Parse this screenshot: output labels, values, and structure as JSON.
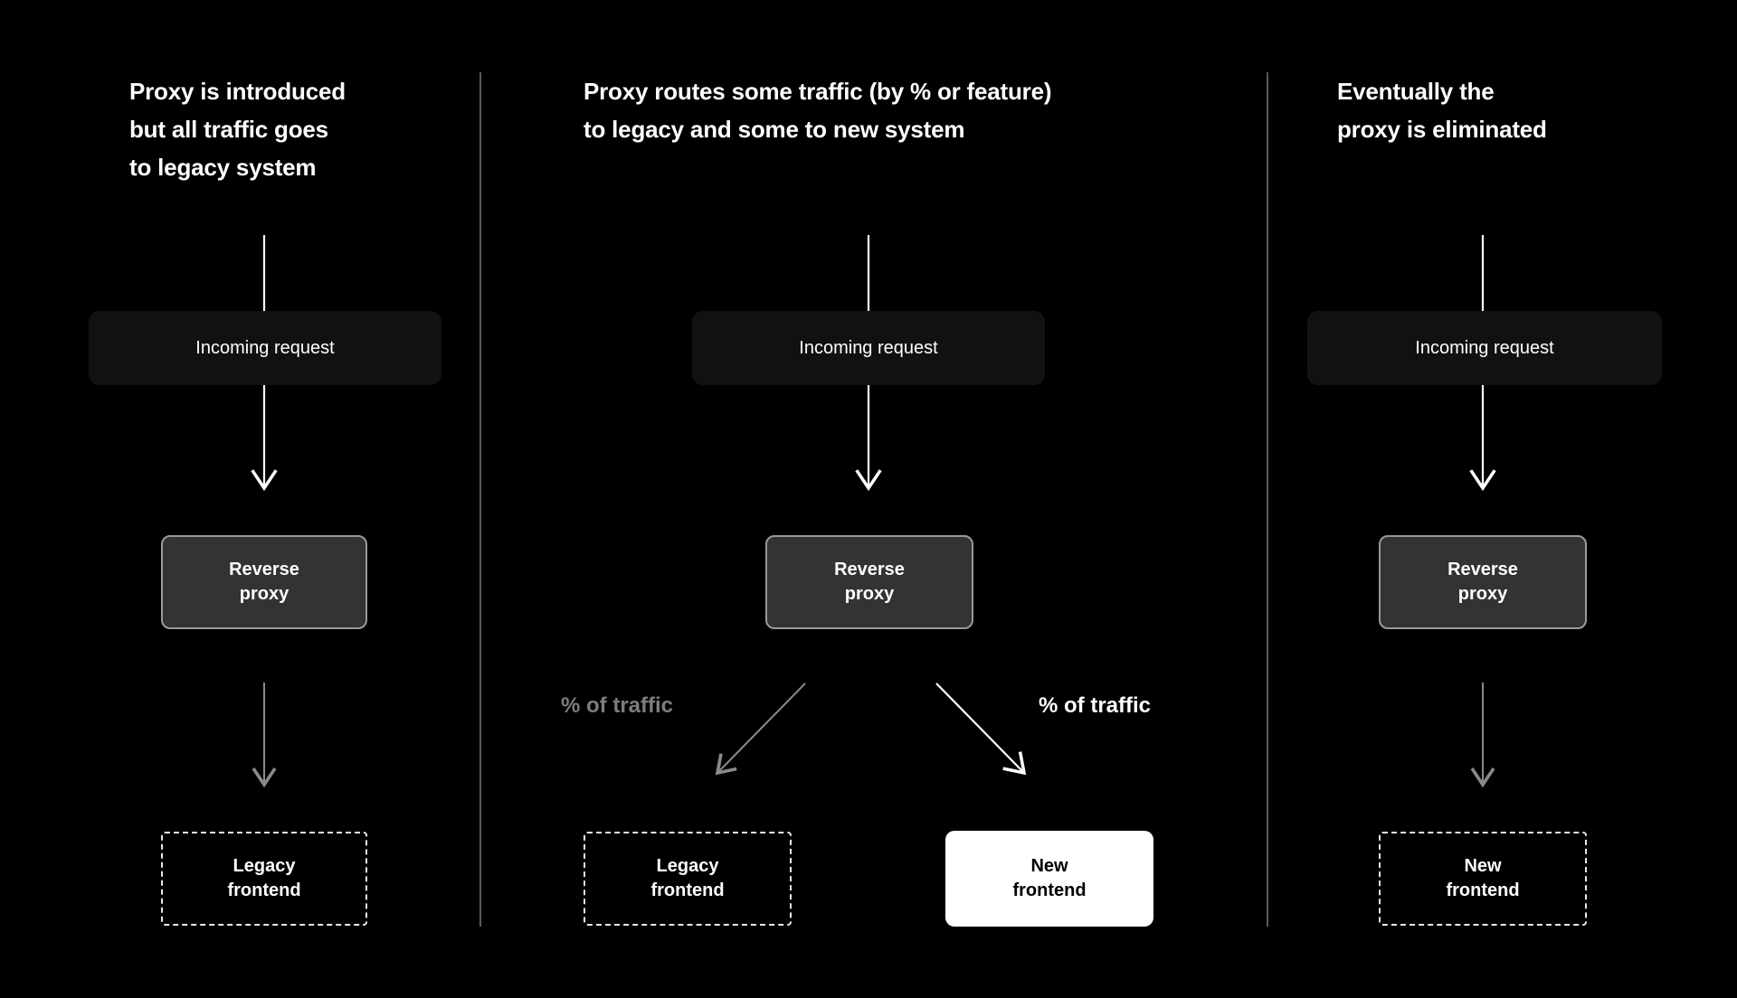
{
  "background": "#000000",
  "columns": [
    {
      "id": "col-1",
      "heading": "Proxy is introduced\nbut all traffic goes\nto legacy system",
      "incoming_label": "Incoming request",
      "proxy_label": "Reverse\nproxy",
      "frontends": [
        {
          "label": "Legacy\nfrontend",
          "style": "dashed"
        }
      ],
      "traffic_labels": []
    },
    {
      "id": "col-2",
      "heading": "Proxy routes some traffic (by % or feature)\nto legacy and some to new system",
      "incoming_label": "Incoming request",
      "proxy_label": "Reverse\nproxy",
      "frontends": [
        {
          "label": "Legacy\nfrontend",
          "style": "dashed"
        },
        {
          "label": "New\nfrontend",
          "style": "solid-white"
        }
      ],
      "traffic_labels": [
        {
          "text": "% of traffic",
          "emphasis": "dim"
        },
        {
          "text": "% of traffic",
          "emphasis": "bright"
        }
      ]
    },
    {
      "id": "col-3",
      "heading": "Eventually the\nproxy is eliminated",
      "incoming_label": "Incoming request",
      "proxy_label": "Reverse\nproxy",
      "frontends": [
        {
          "label": "New\nfrontend",
          "style": "dashed"
        }
      ],
      "traffic_labels": []
    }
  ],
  "colors": {
    "text_primary": "#ffffff",
    "text_dim": "#7d7d7d",
    "box_incoming_fill": "#111111",
    "box_proxy_fill": "#333333",
    "box_proxy_border": "#9a9a9a",
    "box_dashed_border": "#e8e8e8",
    "box_solid_fill": "#ffffff",
    "arrow_bright": "#ffffff",
    "arrow_dim": "#7d7d7d",
    "divider": "#5a5a5a"
  }
}
